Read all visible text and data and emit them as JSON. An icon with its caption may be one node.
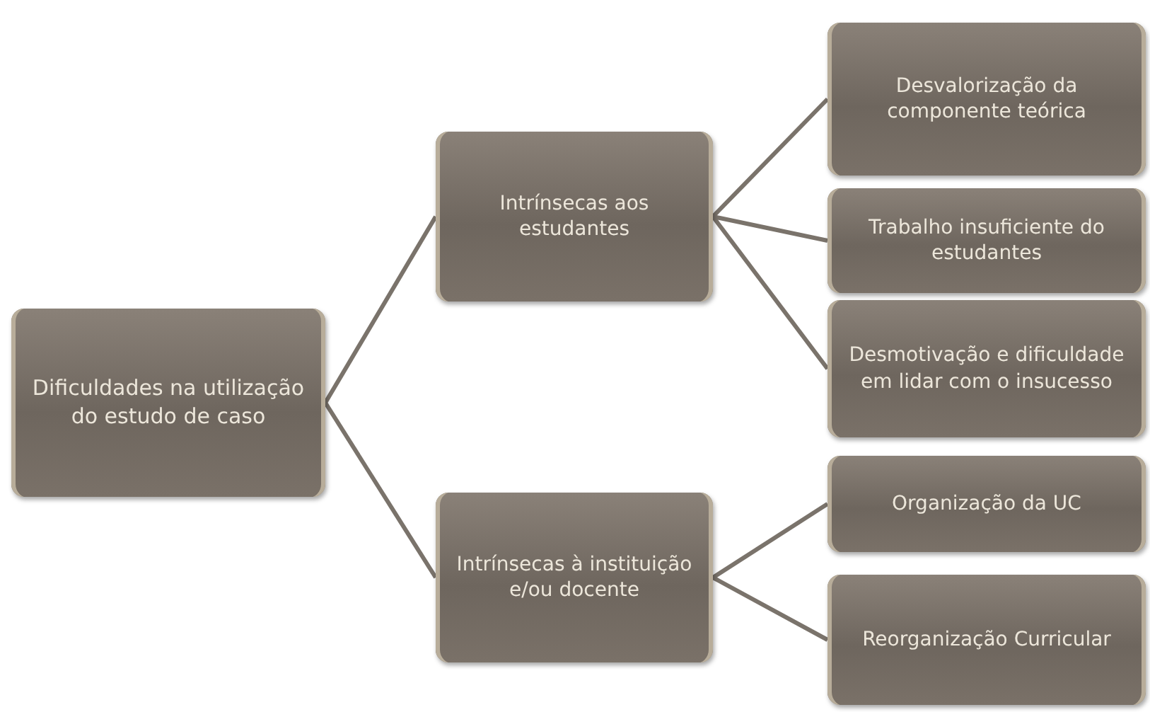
{
  "diagram": {
    "nodes": [
      {
        "text": [
          "Dificuldades na utilização do estudo de caso"
        ]
      },
      {
        "text": [
          "Intrínsecas aos estudantes"
        ]
      },
      {
        "text": [
          "Intrínsecas à instituição e/ou docente"
        ]
      },
      {
        "text": [
          "Desvalorização da componente teórica"
        ]
      },
      {
        "text": [
          "Trabalho insuficiente do estudantes"
        ]
      },
      {
        "text": [
          "Desmotivação e dificuldade em lidar com o insucesso"
        ]
      },
      {
        "text": [
          "Organização da UC"
        ]
      },
      {
        "text": [
          "Reorganização Curricular"
        ]
      }
    ],
    "edges": [
      {
        "from": 0,
        "to": 1,
        "arrow": "none"
      },
      {
        "from": 0,
        "to": 2,
        "arrow": "none"
      },
      {
        "from": 1,
        "to": 3,
        "arrow": "none"
      },
      {
        "from": 1,
        "to": 4,
        "arrow": "none"
      },
      {
        "from": 1,
        "to": 5,
        "arrow": "none"
      },
      {
        "from": 2,
        "to": 6,
        "arrow": "none"
      },
      {
        "from": 2,
        "to": 7,
        "arrow": "none"
      }
    ]
  }
}
